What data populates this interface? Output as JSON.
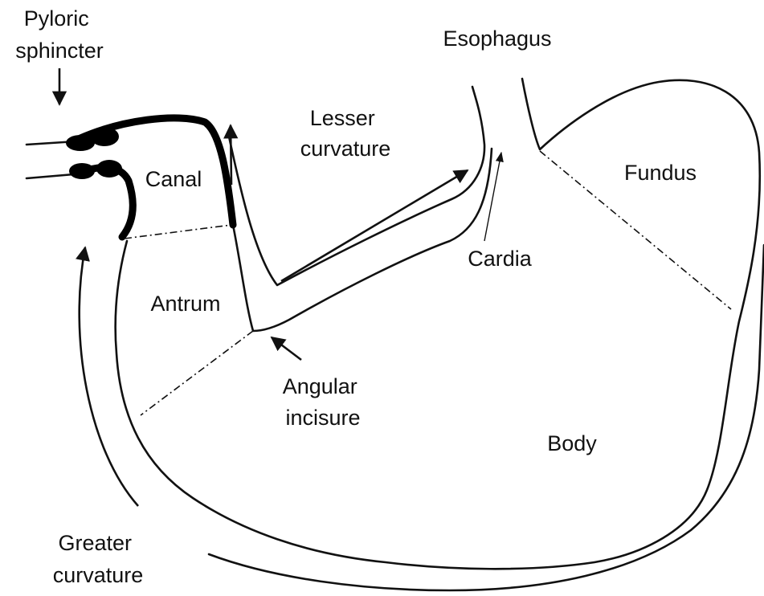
{
  "labels": {
    "pyloric_sphincter": [
      "Pyloric",
      "sphincter"
    ],
    "esophagus": "Esophagus",
    "lesser_curvature": [
      "Lesser",
      "curvature"
    ],
    "canal": "Canal",
    "fundus": "Fundus",
    "cardia": "Cardia",
    "antrum": "Antrum",
    "angular_incisure": [
      "Angular",
      "incisure"
    ],
    "body": "Body",
    "greater_curvature": [
      "Greater",
      "curvature"
    ]
  },
  "colors": {
    "line": "#111111",
    "background": "#ffffff"
  }
}
